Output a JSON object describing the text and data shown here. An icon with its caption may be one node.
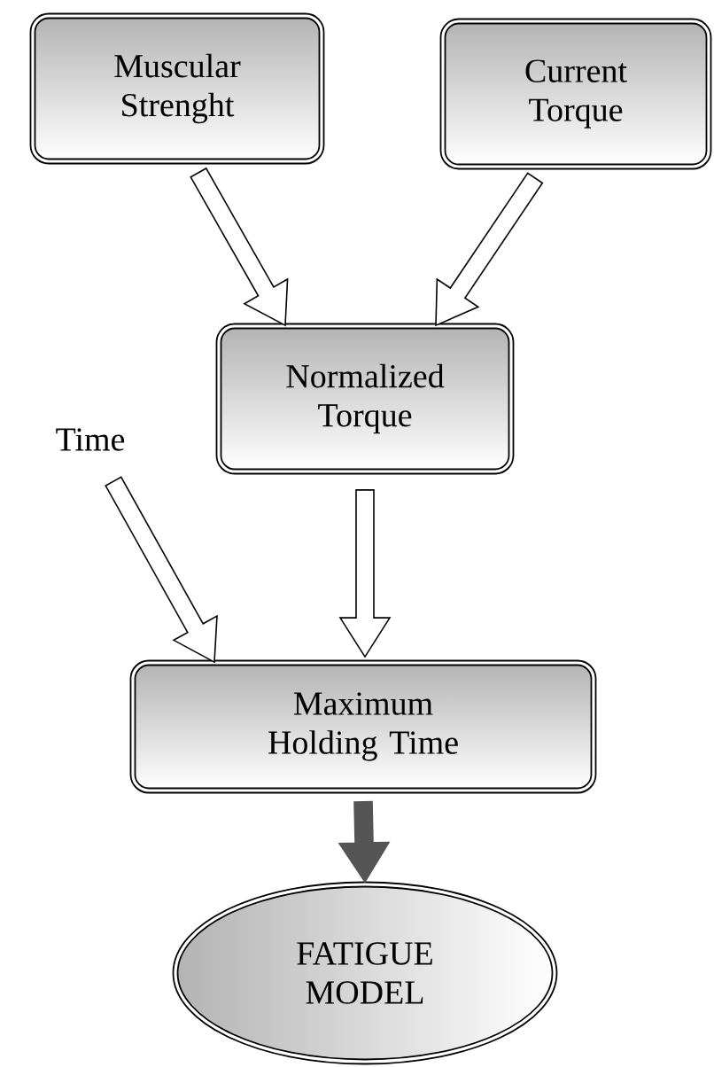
{
  "diagram": {
    "nodes": [
      {
        "text": [
          "Muscular Strenght"
        ]
      },
      {
        "text": [
          "Current Torque"
        ]
      },
      {
        "text": [
          "Normalized Torque"
        ]
      },
      {
        "text": [
          "Time"
        ]
      },
      {
        "text": [
          "Maximum Holding Time"
        ]
      },
      {
        "text": [
          "FATIGUE MODEL"
        ]
      }
    ],
    "edges": [
      {
        "from": 0,
        "to": 2,
        "arrow": "to"
      },
      {
        "from": 1,
        "to": 2,
        "arrow": "to"
      },
      {
        "from": 3,
        "to": 4,
        "arrow": "to"
      },
      {
        "from": 2,
        "to": 4,
        "arrow": "to"
      },
      {
        "from": 4,
        "to": 5,
        "arrow": "to",
        "color": "#555555"
      }
    ]
  }
}
